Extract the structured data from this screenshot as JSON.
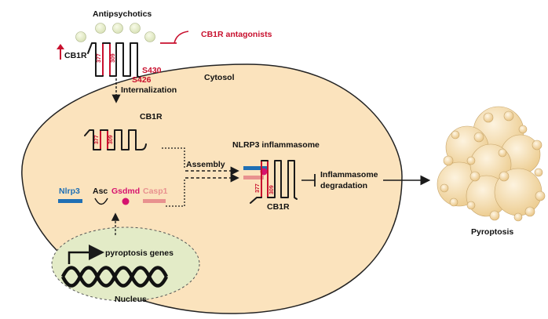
{
  "labels": {
    "antipsychotics": "Antipsychotics",
    "cb1r_antagonists": "CB1R antagonists",
    "cb1r_membrane": "CB1R",
    "s430": "S430",
    "s426": "S426",
    "cytosol": "Cytosol",
    "internalization": "Internalization",
    "cb1r_internal": "CB1R",
    "nlrp3_inflammasome": "NLRP3 inflammasome",
    "assembly": "Assembly",
    "inflammasome_degradation_1": "Inflammasome",
    "inflammasome_degradation_2": "degradation",
    "cb1r_complex": "CB1R",
    "nlrp3": "Nlrp3",
    "asc": "Asc",
    "gsdmd": "Gsdmd",
    "casp1": "Casp1",
    "pyroptosis_genes": "pyroptosis genes",
    "nucleus": "Nucleus",
    "pyroptosis": "Pyroptosis"
  },
  "residues": {
    "first": "377",
    "second": "309"
  },
  "colors": {
    "red": "#c8102e",
    "nlrp3_blue": "#1f6fb4",
    "casp1_pink": "#e8918f",
    "gsdmd_magenta": "#d6136f",
    "cell_fill": "#fbe3bd",
    "nucleus_fill": "#e3ebc7",
    "ligand_fill": "#eef3d6"
  },
  "icons": [
    "up-arrow-icon",
    "inhibition-icon",
    "dna-helix-icon",
    "gene-arrow-icon"
  ]
}
